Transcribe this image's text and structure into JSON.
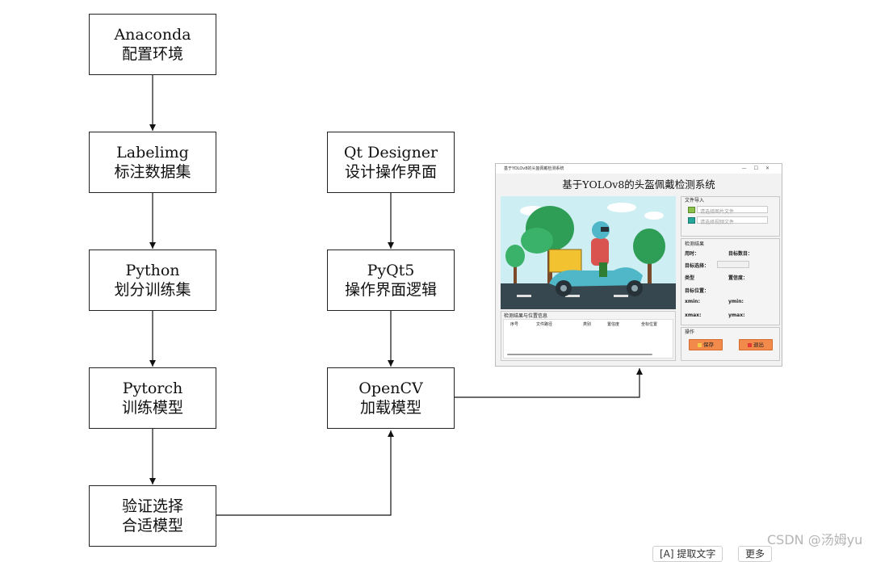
{
  "nodes": {
    "anaconda": {
      "line1": "Anaconda",
      "line2": "配置环境"
    },
    "labelimg": {
      "line1": "Labelimg",
      "line2": "标注数据集"
    },
    "python": {
      "line1": "Python",
      "line2": "划分训练集"
    },
    "pytorch": {
      "line1": "Pytorch",
      "line2": "训练模型"
    },
    "verify": {
      "line1": "验证选择",
      "line2": "合适模型"
    },
    "qtdesigner": {
      "line1": "Qt Designer",
      "line2": "设计操作界面"
    },
    "pyqt5": {
      "line1": "PyQt5",
      "line2": "操作界面逻辑"
    },
    "opencv": {
      "line1": "OpenCV",
      "line2": "加载模型"
    }
  },
  "app": {
    "window_title": "基于YOLOv8的头盔佩戴检测系统",
    "title": "基于YOLOv8的头盔佩戴检测系统",
    "file_import": {
      "label": "文件导入",
      "image_placeholder": "请选择图片文件",
      "video_placeholder": "请选择视频文件"
    },
    "detect_result": {
      "label": "检测结果",
      "time_label": "用时：",
      "target_count_label": "目标数目：",
      "target_select_label": "目标选择：",
      "type_label": "类型",
      "confidence_label": "置信度：",
      "position_label": "目标位置：",
      "xmin_label": "xmin:",
      "ymin_label": "ymin:",
      "xmax_label": "xmax:",
      "ymax_label": "ymax:"
    },
    "results_table": {
      "label": "检测结果与位置信息",
      "columns": [
        "序号",
        "文件路径",
        "类别",
        "置信度",
        "坐标位置"
      ]
    },
    "operations": {
      "label": "操作",
      "save_label": "保存",
      "exit_label": "退出"
    }
  },
  "watermark": "CSDN @汤姆yu",
  "footer": {
    "extract_label": "[A] 提取文字",
    "more_label": "更多"
  },
  "colors": {
    "sky": "#cdeef2",
    "road": "#37474f",
    "accent_button": "#f28a4b",
    "tree": "#2e9e57"
  }
}
